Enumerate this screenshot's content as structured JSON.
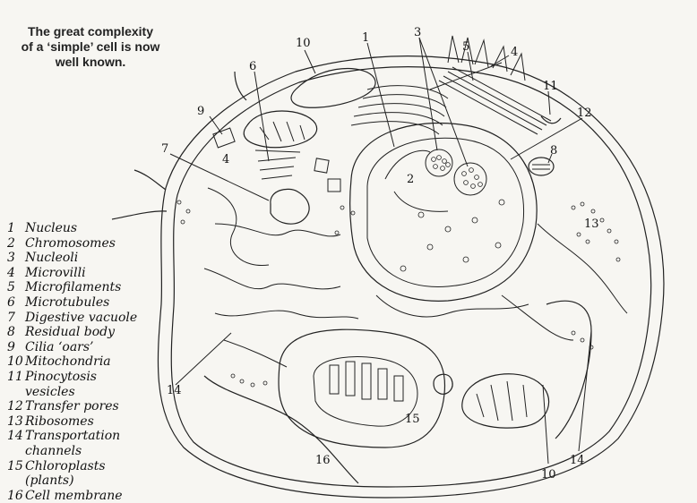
{
  "title": {
    "line1": "The great complexity",
    "line2": "of a ‘simple’ cell is now",
    "line3": "well known."
  },
  "legend": [
    {
      "num": "1",
      "text": "Nucleus",
      "cont": ""
    },
    {
      "num": "2",
      "text": "Chromosomes",
      "cont": ""
    },
    {
      "num": "3",
      "text": "Nucleoli",
      "cont": ""
    },
    {
      "num": "4",
      "text": "Microvilli",
      "cont": ""
    },
    {
      "num": "5",
      "text": "Microfilaments",
      "cont": ""
    },
    {
      "num": "6",
      "text": "Microtubules",
      "cont": ""
    },
    {
      "num": "7",
      "text": "Digestive vacuole",
      "cont": ""
    },
    {
      "num": "8",
      "text": "Residual body",
      "cont": ""
    },
    {
      "num": "9",
      "text": "Cilia ‘oars’",
      "cont": ""
    },
    {
      "num": "10",
      "text": "Mitochondria",
      "cont": ""
    },
    {
      "num": "11",
      "text": "Pinocytosis",
      "cont": "vesicles"
    },
    {
      "num": "12",
      "text": "Transfer pores",
      "cont": ""
    },
    {
      "num": "13",
      "text": "Ribosomes",
      "cont": ""
    },
    {
      "num": "14",
      "text": "Transportation",
      "cont": "channels"
    },
    {
      "num": "15",
      "text": "Chloroplasts",
      "cont": "(plants)"
    },
    {
      "num": "16",
      "text": "Cell membrane",
      "cont": ""
    }
  ],
  "callouts": {
    "c10a": "10",
    "c1": "1",
    "c3": "3",
    "c5": "5",
    "c4a": "4",
    "c6": "6",
    "c9": "9",
    "c11": "11",
    "c12": "12",
    "c7": "7",
    "c4b": "4",
    "c2": "2",
    "c8": "8",
    "c13": "13",
    "c14a": "14",
    "c15": "15",
    "c16": "16",
    "c10b": "10",
    "c14b": "14"
  }
}
